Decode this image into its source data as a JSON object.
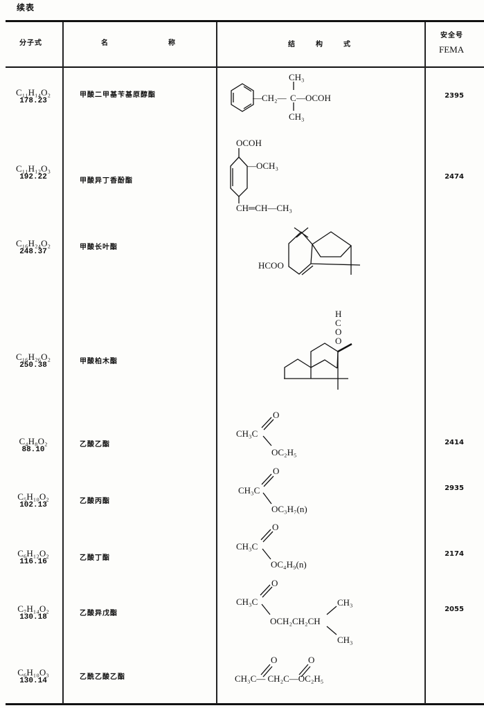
{
  "caption": "续表",
  "headers": {
    "formula": "分子式",
    "name_a": "名",
    "name_b": "称",
    "struct_a": "结",
    "struct_b": "构",
    "struct_c": "式",
    "fema_a": "安全号",
    "fema_b": "FEMA"
  },
  "rows": [
    {
      "formula": "C₁₁H₁₄O₂",
      "mw": "178.23",
      "name": "甲酸二甲基苄基原醇酯",
      "fema": "2395",
      "struct": {
        "ch3_top": "CH₃",
        "ch2": "—CH₂—",
        "c": "C",
        "ocoh": "—OCOH",
        "ch3_bottom": "CH₃"
      }
    },
    {
      "formula": "C₁₁H₁₂O₃",
      "mw": "192.22",
      "name": "甲酸异丁香酚酯",
      "fema": "2474",
      "struct": {
        "ocoh": "OCOH",
        "och3": "—OCH₃",
        "chain": "CH═CH—CH₃"
      }
    },
    {
      "formula": "C₁₆H₂₄O₂",
      "mw": "248.37",
      "name": "甲酸长叶酯",
      "fema": "",
      "struct": {
        "hcoo": "HCOO"
      }
    },
    {
      "formula": "C₁₆H₂₆O₂",
      "mw": "250.38",
      "name": "甲酸柏木酯",
      "fema": "",
      "struct": {
        "h": "H",
        "c": "C",
        "o1": "O",
        "o2": "O"
      }
    },
    {
      "formula": "C₄H₈O₂",
      "mw": "88.10",
      "name": "乙酸乙酯",
      "fema": "2414",
      "struct": {
        "o": "O",
        "left": "CH₃C",
        "right": "OC₂H₅"
      }
    },
    {
      "formula": "C₅H₁₀O₂",
      "mw": "102.13",
      "name": "乙酸丙酯",
      "fema": "2935",
      "struct": {
        "o": "O",
        "left": "CH₃C",
        "right": "OC₃H₇(n)"
      }
    },
    {
      "formula": "C₆H₁₂O₂",
      "mw": "116.16",
      "name": "乙酸丁酯",
      "fema": "2174",
      "struct": {
        "o": "O",
        "left": "CH₃C",
        "right": "OC₄H₉(n)"
      }
    },
    {
      "formula": "C₇H₁₄O₂",
      "mw": "130.18",
      "name": "乙酸异戊酯",
      "fema": "2055",
      "struct": {
        "o": "O",
        "left": "CH₃C",
        "right": "OCH₂CH₂CH",
        "ch3_top": "CH₃",
        "ch3_bottom": "CH₃"
      }
    },
    {
      "formula": "C₆H₁₀O₃",
      "mw": "130.14",
      "name": "乙酰乙酸乙酯",
      "fema": "",
      "struct": {
        "o1": "O",
        "o2": "O",
        "chain": "CH₃C— CH₂C—OC₂H₅"
      }
    }
  ]
}
